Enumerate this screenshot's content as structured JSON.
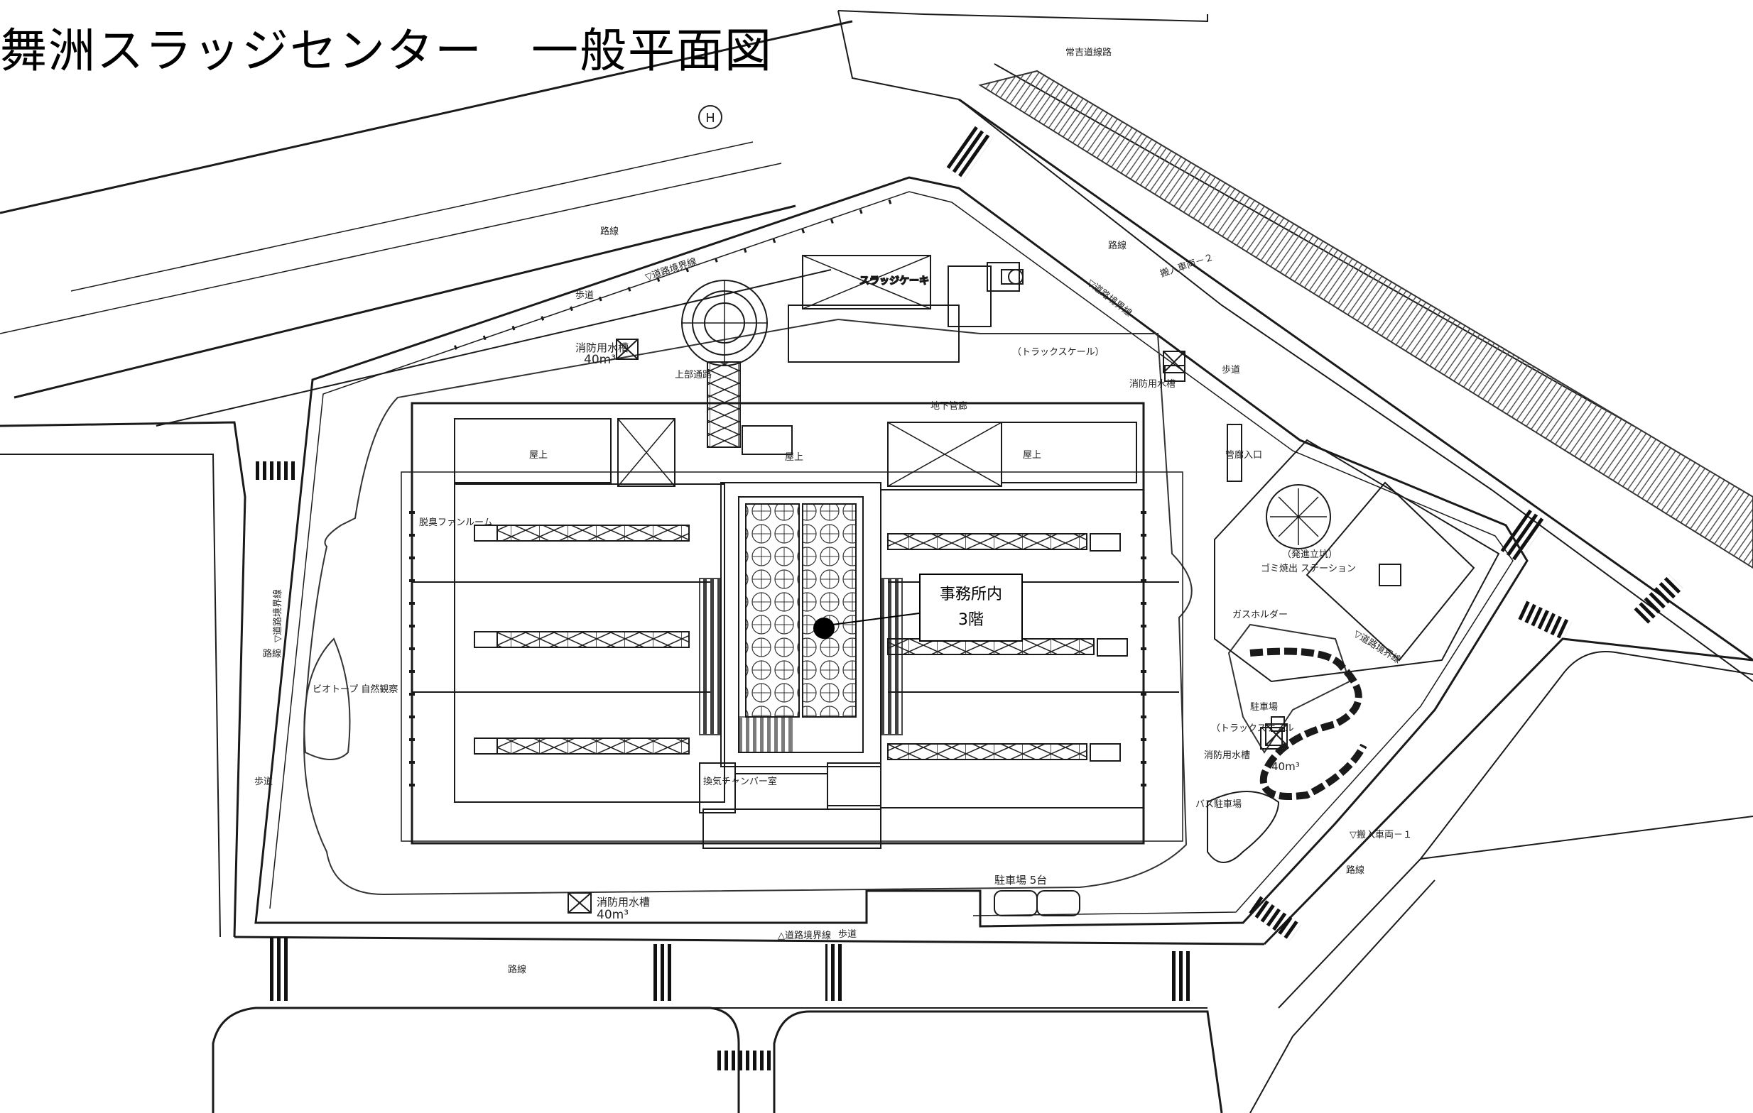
{
  "title": "舞洲スラッジセンター　一般平面図",
  "callout": {
    "line1": "事務所内",
    "line2": "3階"
  },
  "labels": {
    "road_nw": "路線",
    "road_ne": "路線",
    "road_w": "路線",
    "road_s": "路線",
    "road_se": "路線",
    "ridge_top": "常吉道線路",
    "sidewalk_nw": "歩道",
    "sidewalk_w": "歩道",
    "sidewalk_s": "歩道",
    "sidewalk_ne": "歩道",
    "boundary_nw": "▽道路境界線",
    "boundary_ne": "▽道路境界線",
    "boundary_w": "▽道路境界線",
    "boundary_s": "△道路境界線",
    "boundary_e": "▽道路境界線",
    "fire_tank_nw": "消防用水槽",
    "fire_tank_nw_cap": "40m³",
    "fire_tank_ne": "消防用水槽",
    "fire_tank_s": "消防用水槽",
    "fire_tank_s_cap": "40m³",
    "fire_tank_e": "消防用水槽",
    "fire_tank_e_cap": "40m³",
    "upper_bridge": "上部通路",
    "underground": "地下管廊",
    "pipe_gallery_entry": "管廊入口",
    "truck_scale_n": "（トラックスケール）",
    "truck_scale_e": "（トラックスケール",
    "entrance_2": "搬入車両－２",
    "entrance_1": "▽搬入車両－１",
    "parking_e": "駐車場",
    "parking_bus": "バス駐車場",
    "parking_s": "駐車場 5台",
    "biotope": "ビオトープ\n自然観察",
    "garbage_station": "ゴミ焼出\nステーション",
    "shaft": "（発進立坑）",
    "gas_holder": "ガスホルダー",
    "stack_yard": "スラッジケーキ",
    "slab_w": "屋上",
    "slab_e": "屋上",
    "slab_n": "屋上",
    "fan_room": "脱臭ファンルーム",
    "chamber": "換気チャンバー室",
    "helicopter": "H"
  },
  "colors": {
    "line": "#1a1a1a",
    "hatch": "#555555",
    "bg": "#ffffff"
  }
}
